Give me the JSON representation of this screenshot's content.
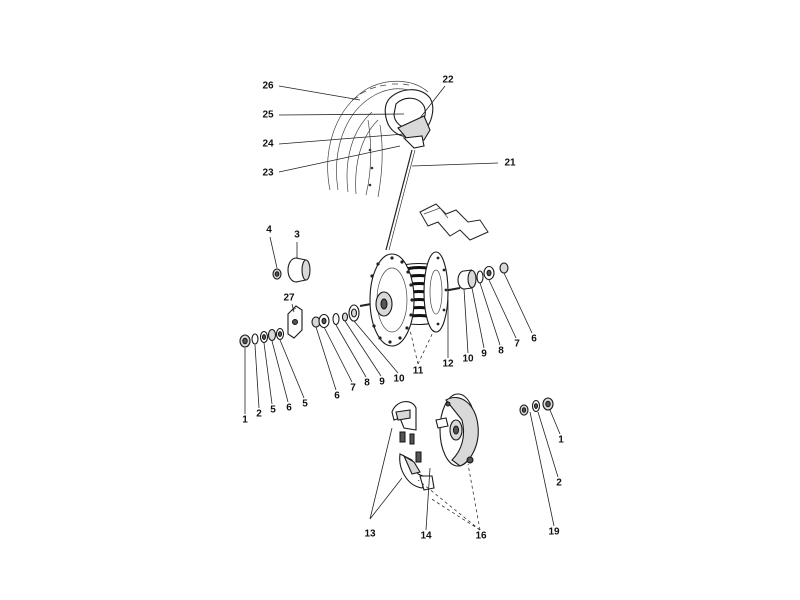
{
  "diagram": {
    "labels": {
      "l1a": "1",
      "l2a": "2",
      "l5a": "5",
      "l6a": "6",
      "l5b": "5",
      "l6b": "6",
      "l7a": "7",
      "l8a": "8",
      "l9a": "9",
      "l10a": "10",
      "l11": "11",
      "l12": "12",
      "l10b": "10",
      "l9b": "9",
      "l8b": "8",
      "l7b": "7",
      "l6c": "6",
      "l4": "4",
      "l3": "3",
      "l27": "27",
      "l26": "26",
      "l25": "25",
      "l24": "24",
      "l23": "23",
      "l22": "22",
      "l21": "21",
      "l13": "13",
      "l14": "14",
      "l16": "16",
      "l19": "19",
      "l2b": "2",
      "l1b": "1"
    }
  }
}
